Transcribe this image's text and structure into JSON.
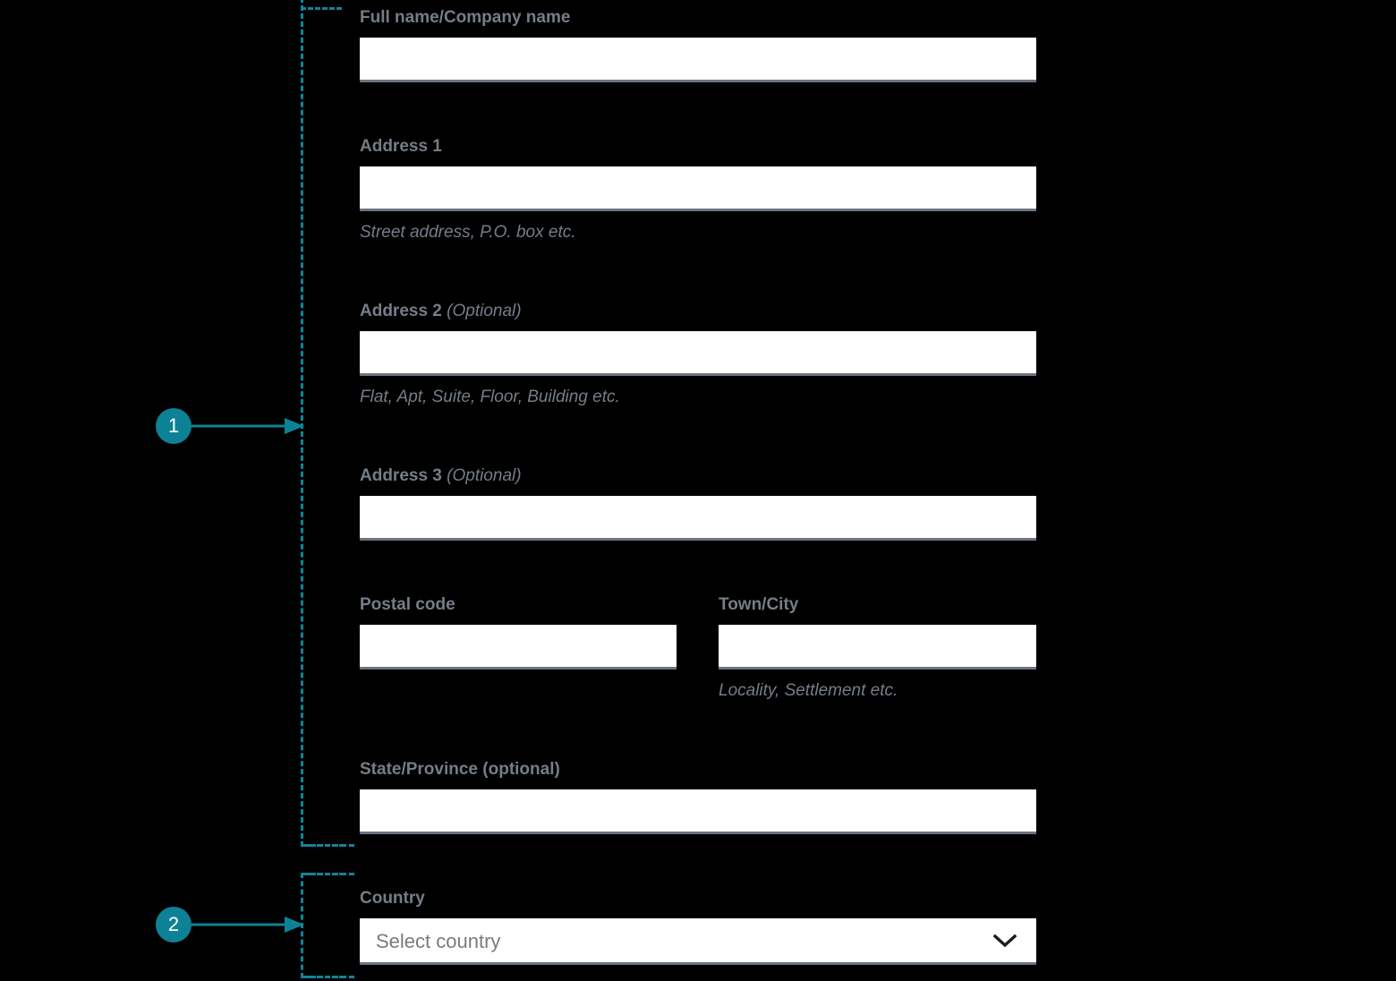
{
  "theme": {
    "background": "#000000",
    "accent": "#0d8296",
    "label_color": "#757d88",
    "input_bg": "#ffffff",
    "input_underline": "#6d7480",
    "placeholder_color": "#7b7b7b"
  },
  "annotations": [
    {
      "number": "1",
      "target": "address-block"
    },
    {
      "number": "2",
      "target": "country-block"
    }
  ],
  "form": {
    "fields": [
      {
        "id": "full-name",
        "label": "Full name/Company name",
        "optional_suffix": "",
        "value": "",
        "placeholder": "",
        "hint": ""
      },
      {
        "id": "address-1",
        "label": "Address 1",
        "optional_suffix": "",
        "value": "",
        "placeholder": "",
        "hint": "Street address, P.O. box etc."
      },
      {
        "id": "address-2",
        "label": "Address 2",
        "optional_suffix": "(Optional)",
        "value": "",
        "placeholder": "",
        "hint": "Flat, Apt, Suite, Floor, Building etc."
      },
      {
        "id": "address-3",
        "label": "Address 3",
        "optional_suffix": "(Optional)",
        "value": "",
        "placeholder": "",
        "hint": ""
      },
      {
        "id": "postal-code",
        "label": "Postal code",
        "optional_suffix": "",
        "value": "",
        "placeholder": "",
        "hint": ""
      },
      {
        "id": "town-city",
        "label": "Town/City",
        "optional_suffix": "",
        "value": "",
        "placeholder": "",
        "hint": "Locality, Settlement etc."
      },
      {
        "id": "state-province",
        "label": "State/Province (optional)",
        "optional_suffix": "",
        "value": "",
        "placeholder": "",
        "hint": ""
      }
    ],
    "country": {
      "id": "country",
      "label": "Country",
      "selected_text": "Select country",
      "chevron_icon": "chevron-down-icon"
    }
  }
}
